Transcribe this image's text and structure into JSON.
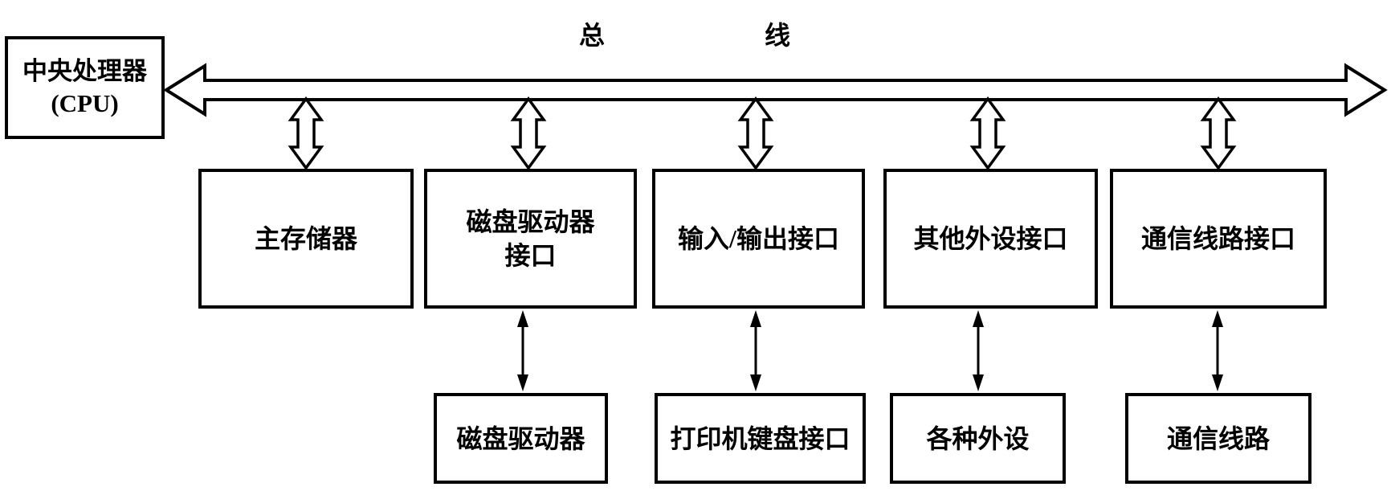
{
  "diagram": {
    "bus": {
      "label_left": "总",
      "label_right": "线"
    },
    "cpu": {
      "title": "中央处理器",
      "subtitle": "(CPU)"
    },
    "interfaces": [
      {
        "label": "主存储器"
      },
      {
        "label": "磁盘驱动器",
        "label_line2": "接口"
      },
      {
        "label": "输入/输出接口"
      },
      {
        "label": "其他外设接口"
      },
      {
        "label": "通信线路接口"
      }
    ],
    "devices": [
      {
        "label": "磁盘驱动器"
      },
      {
        "label": "打印机键盘接口"
      },
      {
        "label": "各种外设"
      },
      {
        "label": "通信线路"
      }
    ],
    "colors": {
      "line": "#000000",
      "fill": "#ffffff"
    }
  }
}
